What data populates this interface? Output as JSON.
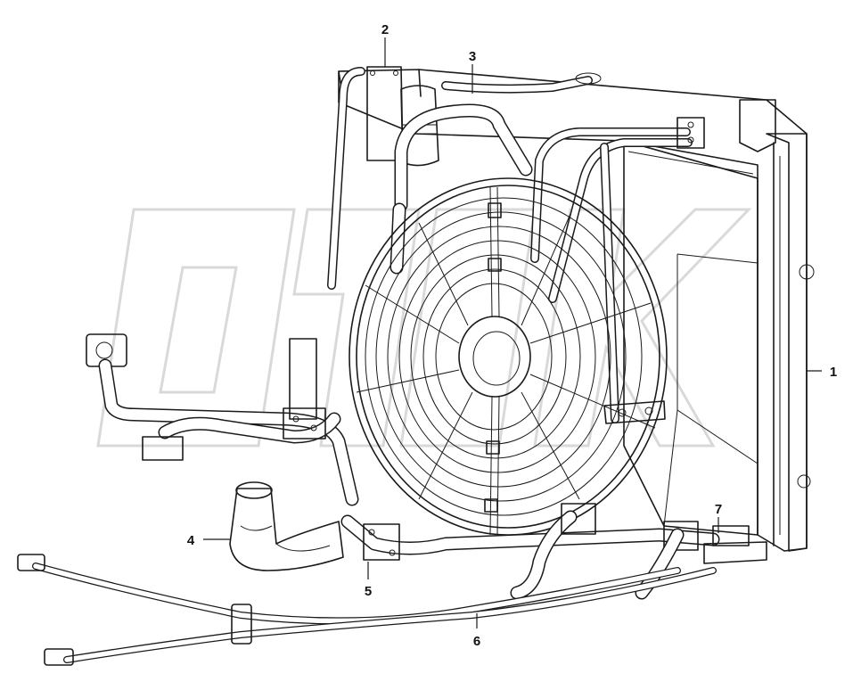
{
  "callouts": [
    {
      "id": "1",
      "label": "1"
    },
    {
      "id": "2",
      "label": "2"
    },
    {
      "id": "3",
      "label": "3"
    },
    {
      "id": "4",
      "label": "4"
    },
    {
      "id": "5",
      "label": "5"
    },
    {
      "id": "6",
      "label": "6"
    },
    {
      "id": "7",
      "label": "7"
    }
  ],
  "watermark": "ОТЛК"
}
